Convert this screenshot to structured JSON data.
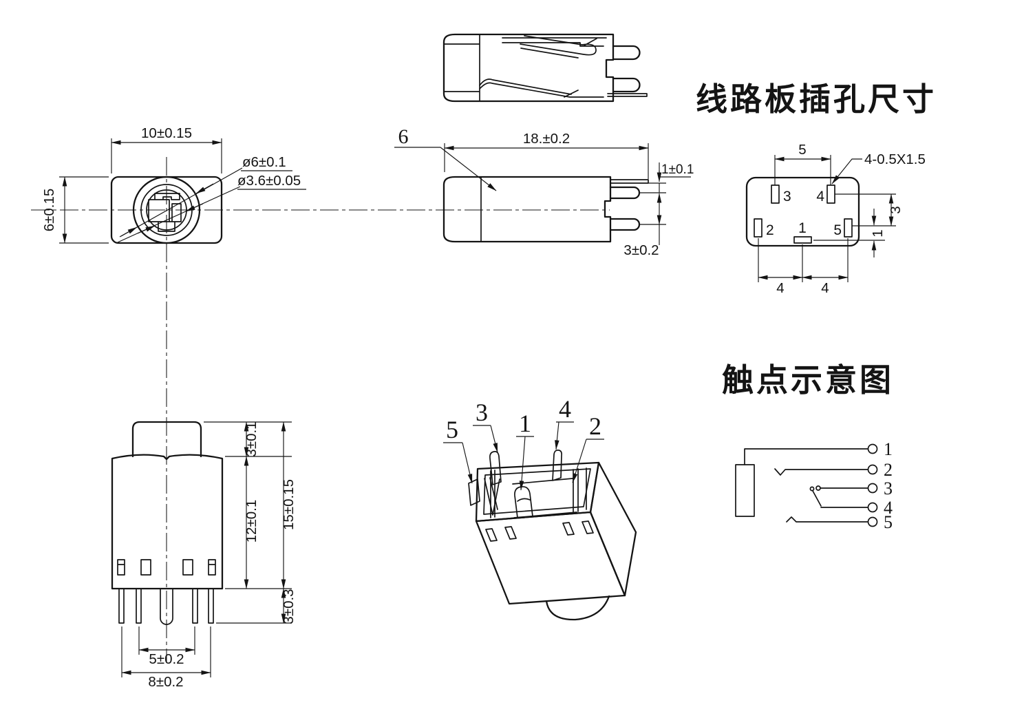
{
  "front": {
    "dim_width": "10±0.15",
    "dim_height": "6±0.15",
    "dia_outer": "ø6±0.1",
    "dia_inner": "ø3.6±0.05"
  },
  "side": {
    "part_label": "6",
    "dim_length": "18.±0.2",
    "dim_pin_offset": "1±0.1",
    "dim_pin_pitch": "3±0.2"
  },
  "pcb": {
    "title": "线路板插孔尺寸",
    "dim_pitch_top": "5",
    "dim_slot_spec": "4-0.5X1.5",
    "dim_v3": "3",
    "dim_v1": "1",
    "dim_b4a": "4",
    "dim_b4b": "4",
    "pad1": "1",
    "pad2": "2",
    "pad3": "3",
    "pad4": "4",
    "pad5": "5"
  },
  "bottom": {
    "dim_boss": "3±0.1",
    "dim_body": "12±0.1",
    "dim_total": "15±0.15",
    "dim_pin": "3±0.3",
    "dim_inner_pitch": "5±0.2",
    "dim_outer_pitch": "8±0.2"
  },
  "iso": {
    "n1": "1",
    "n2": "2",
    "n3": "3",
    "n4": "4",
    "n5": "5"
  },
  "schematic": {
    "title": "触点示意图",
    "t1": "1",
    "t2": "2",
    "t3": "3",
    "t4": "4",
    "t5": "5"
  },
  "colors": {
    "line": "#141414",
    "background": "#ffffff"
  }
}
